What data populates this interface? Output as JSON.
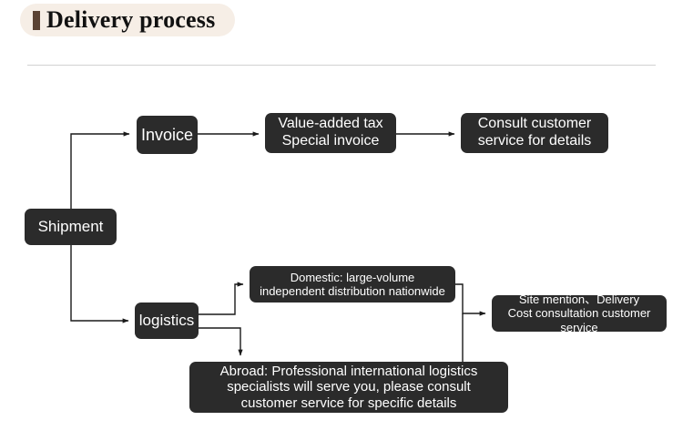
{
  "header": {
    "title": "Delivery process",
    "accent_color": "#5b4334",
    "pill_background": "#f6eee6",
    "divider_color": "#d2d2d2"
  },
  "theme": {
    "node_background": "#2b2b2b",
    "node_text_color": "#ffffff",
    "connector_color": "#1a1a1a",
    "page_background": "#ffffff"
  },
  "flow": {
    "nodes": {
      "shipment": {
        "label": "Shipment"
      },
      "invoice": {
        "label": "Invoice"
      },
      "vat": {
        "label": "Value-added tax\nSpecial invoice"
      },
      "consult": {
        "label": "Consult customer\nservice for details"
      },
      "logistics": {
        "label": "logistics"
      },
      "domestic": {
        "label": "Domestic: large-volume\nindependent distribution nationwide"
      },
      "site": {
        "label": "Site mention、Delivery\nCost consultation customer service"
      },
      "abroad": {
        "label": "Abroad: Professional international logistics\nspecialists will serve you, please consult\ncustomer service for specific details"
      }
    },
    "edges": [
      {
        "from": "shipment",
        "to": "invoice"
      },
      {
        "from": "invoice",
        "to": "vat"
      },
      {
        "from": "vat",
        "to": "consult"
      },
      {
        "from": "shipment",
        "to": "logistics"
      },
      {
        "from": "logistics",
        "to": "domestic"
      },
      {
        "from": "logistics",
        "to": "abroad"
      },
      {
        "from": "domestic",
        "to": "site"
      },
      {
        "from": "abroad",
        "to": "site"
      }
    ]
  }
}
